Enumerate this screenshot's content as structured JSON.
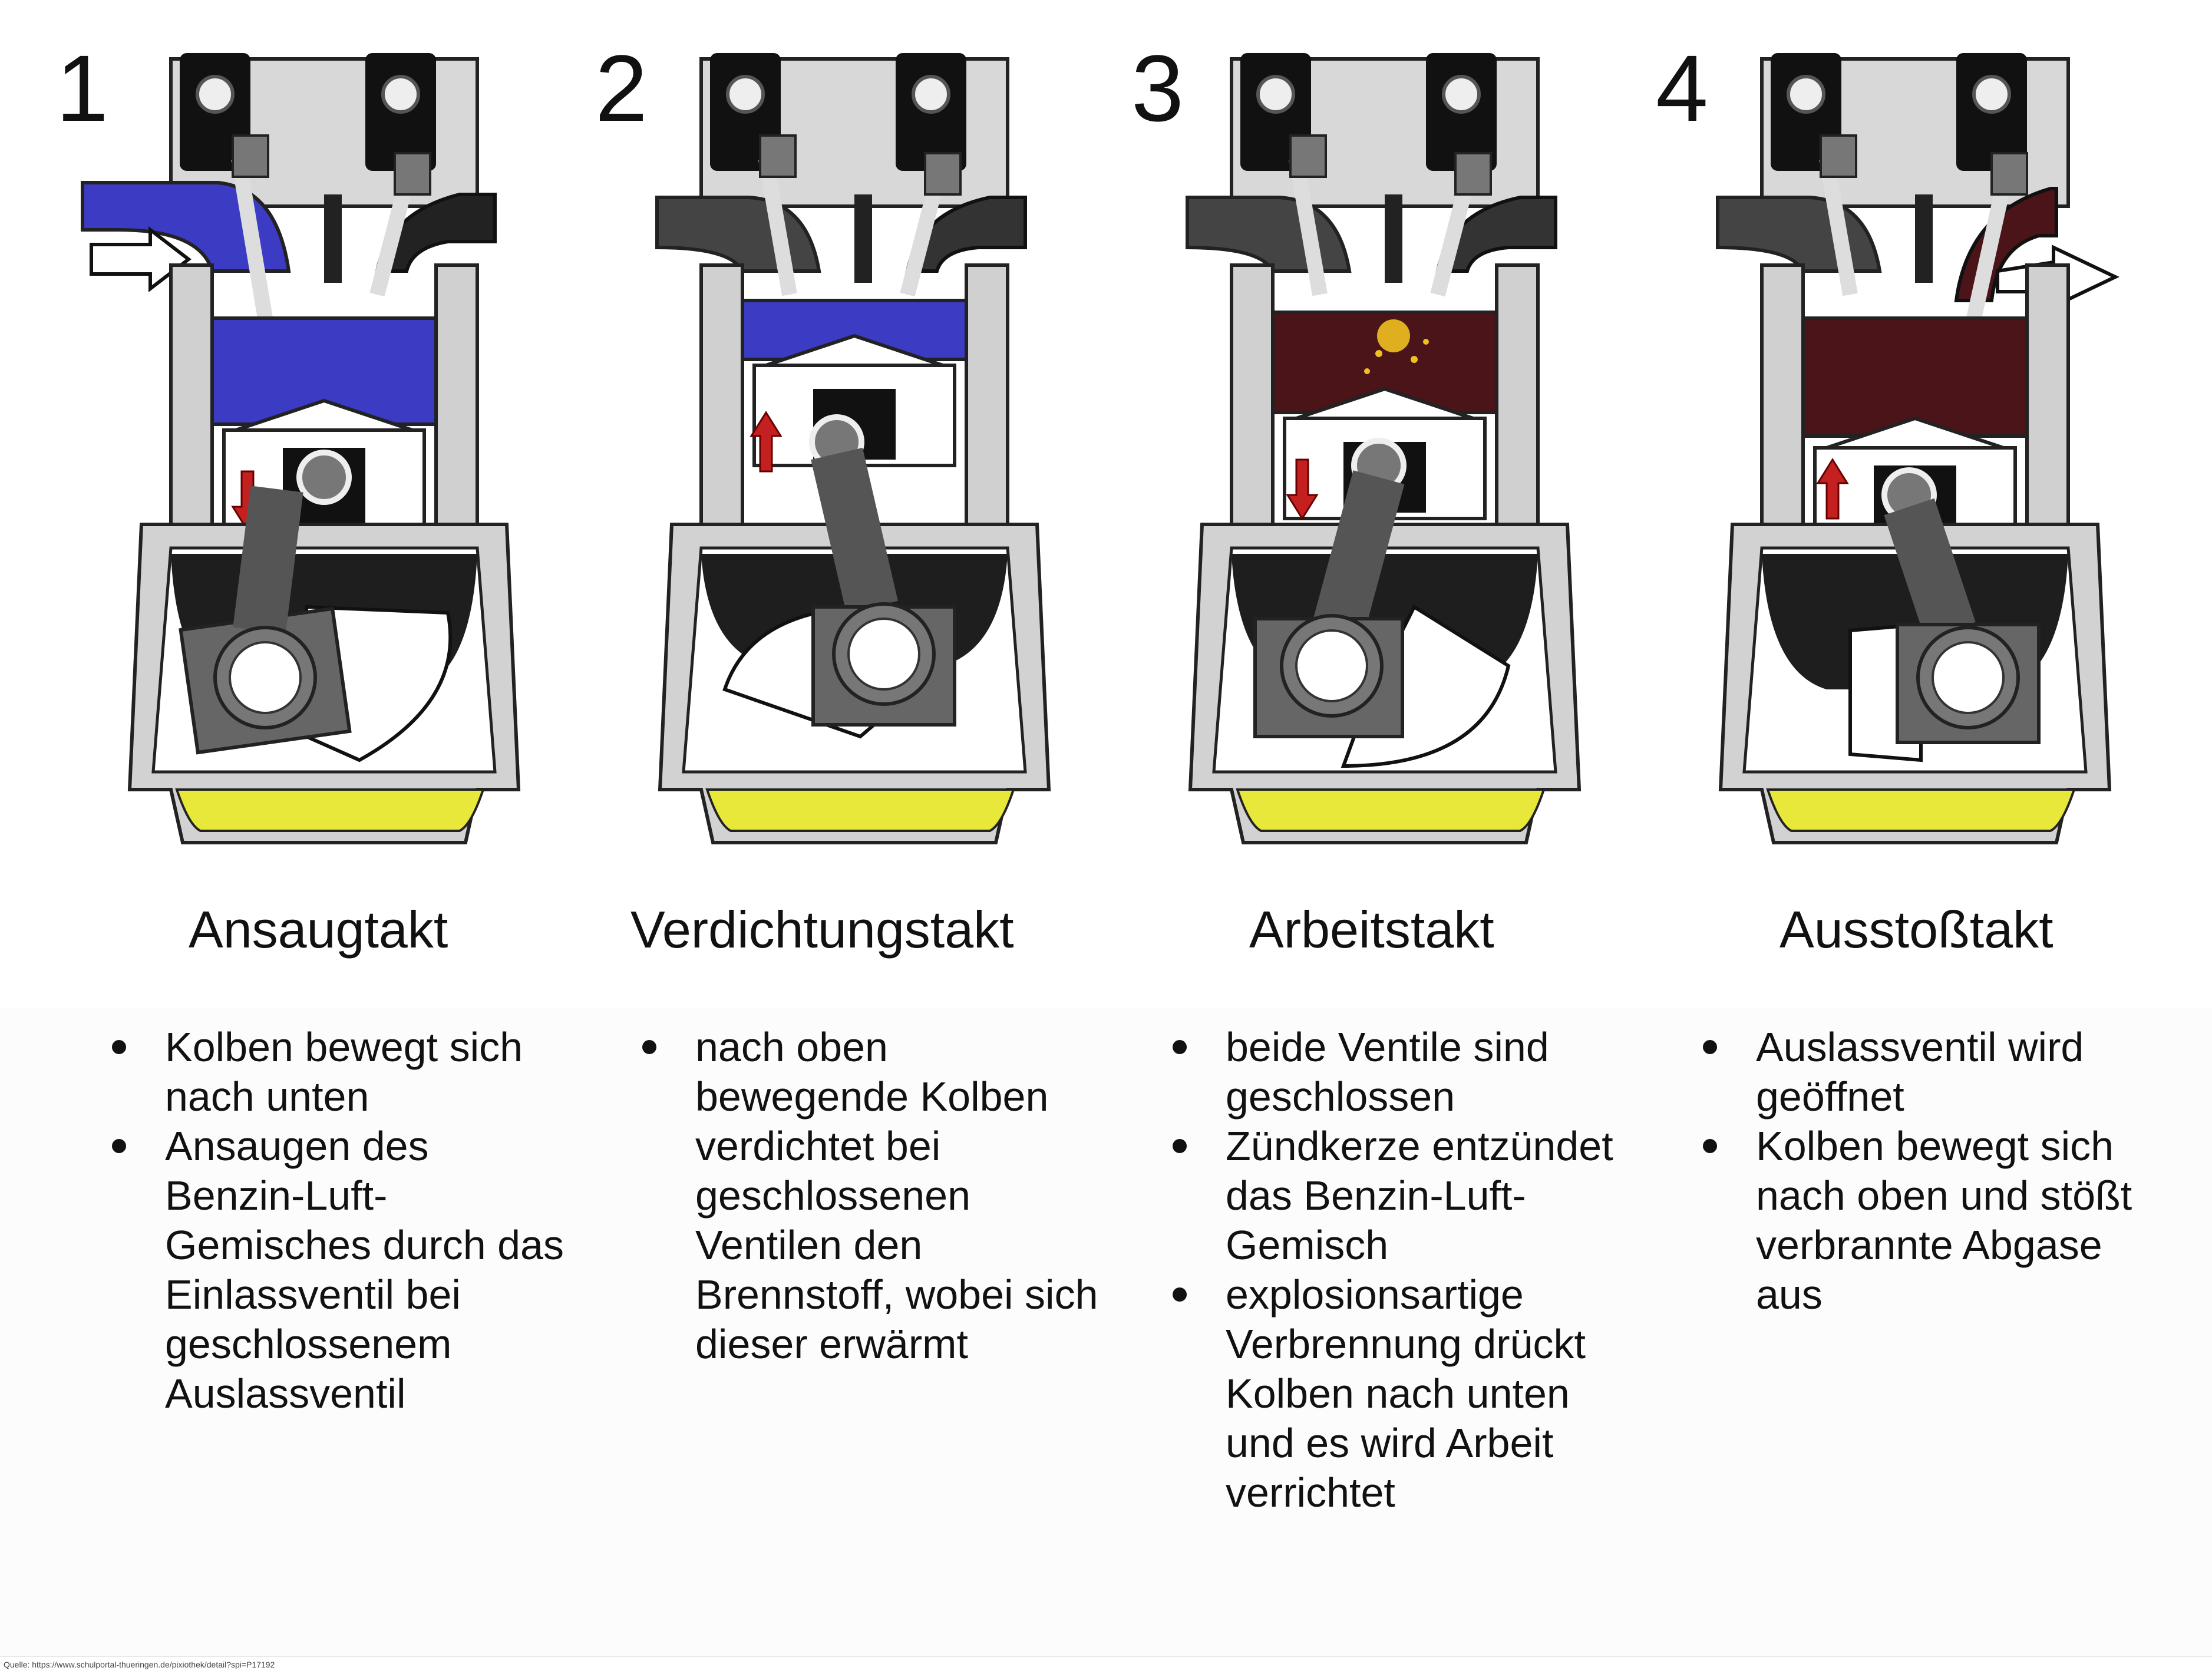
{
  "source": "Quelle: https://www.schulportal-thueringen.de/pixiothek/detail?spi=P17192",
  "colors": {
    "intake_mixture": "#3b3bc4",
    "burnt_gas": "#4a1418",
    "oil": "#e8e83a",
    "arrow_red": "#c42020",
    "spark": "#f0c020"
  },
  "strokes": [
    {
      "number": "1",
      "title": "Ansaugtakt",
      "piston_direction": "down",
      "bullets": [
        "Kolben bewegt sich nach unten",
        "Ansaugen des Benzin-Luft-Gemisches durch das Einlassventil bei geschlossenem Auslassventil"
      ]
    },
    {
      "number": "2",
      "title": "Verdichtungstakt",
      "piston_direction": "up",
      "bullets": [
        "nach oben bewegende Kolben verdichtet bei geschlossenen Ventilen den Brennstoff, wobei sich dieser erwärmt"
      ]
    },
    {
      "number": "3",
      "title": "Arbeitstakt",
      "piston_direction": "down",
      "bullets": [
        "beide Ventile sind geschlossen",
        "Zündkerze entzündet das Benzin-Luft-Gemisch",
        "explosionsartige Verbrennung drückt Kolben nach unten und es wird Arbeit verrichtet"
      ]
    },
    {
      "number": "4",
      "title": "Ausstoßtakt",
      "piston_direction": "up",
      "bullets": [
        "Auslassventil wird geöffnet",
        "Kolben bewegt sich nach oben und stößt verbrannte Abgase aus"
      ]
    }
  ]
}
